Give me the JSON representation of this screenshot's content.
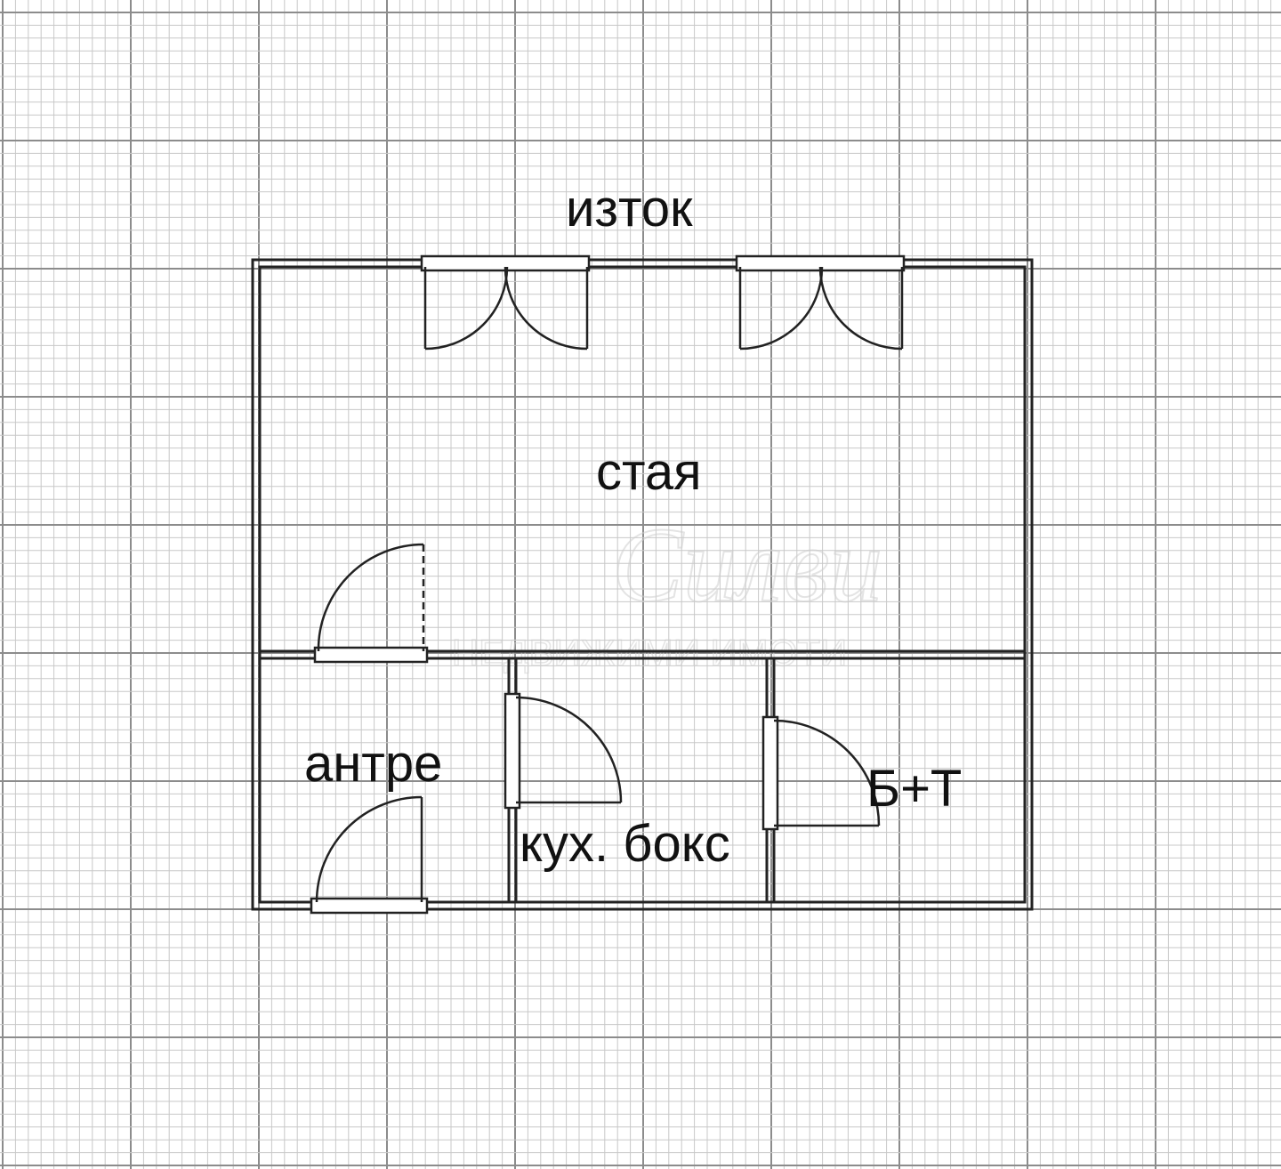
{
  "labels": {
    "compass": "изток",
    "room": "стая",
    "hall": "антре",
    "kitchen": "кух. бокс",
    "bathroom": "Б+Т"
  },
  "watermark": {
    "script_text": "Силви",
    "subtitle": "НЕДВИЖИМИ ИМОТИ"
  },
  "colors": {
    "background": "#ffffff",
    "grid_minor": "#c8c8c8",
    "grid_major": "#8c8c8c",
    "wall": "#222222",
    "watermark": "#d6d6d6"
  },
  "icons": {
    "door": "door-swing-icon",
    "balcony_door": "double-door-icon"
  }
}
